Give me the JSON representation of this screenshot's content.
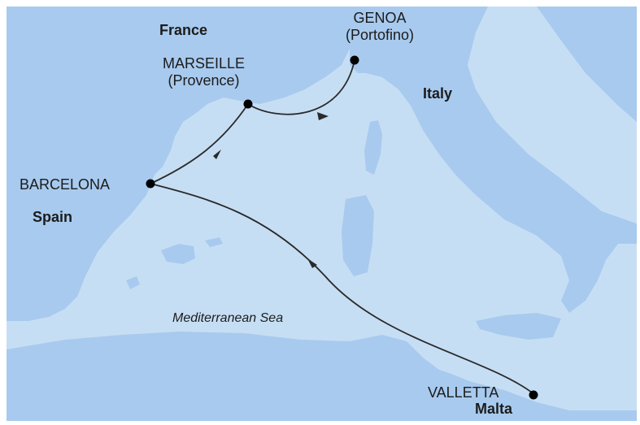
{
  "map": {
    "colors": {
      "sea": "#c6def4",
      "land": "#a8caee",
      "route": "#2a2a2a",
      "port_dot": "#000000",
      "frame": "#ffffff"
    },
    "countries": {
      "france": "France",
      "italy": "Italy",
      "spain": "Spain",
      "malta": "Malta"
    },
    "sea_name": "Mediterranean Sea",
    "ports": {
      "genoa": {
        "name": "GENOA",
        "sub": "(Portofino)"
      },
      "marseille": {
        "name": "MARSEILLE",
        "sub": "(Provence)"
      },
      "barcelona": {
        "name": "BARCELONA"
      },
      "valletta": {
        "name": "VALLETTA"
      }
    },
    "route_order": [
      "valletta",
      "barcelona",
      "marseille",
      "genoa"
    ]
  }
}
